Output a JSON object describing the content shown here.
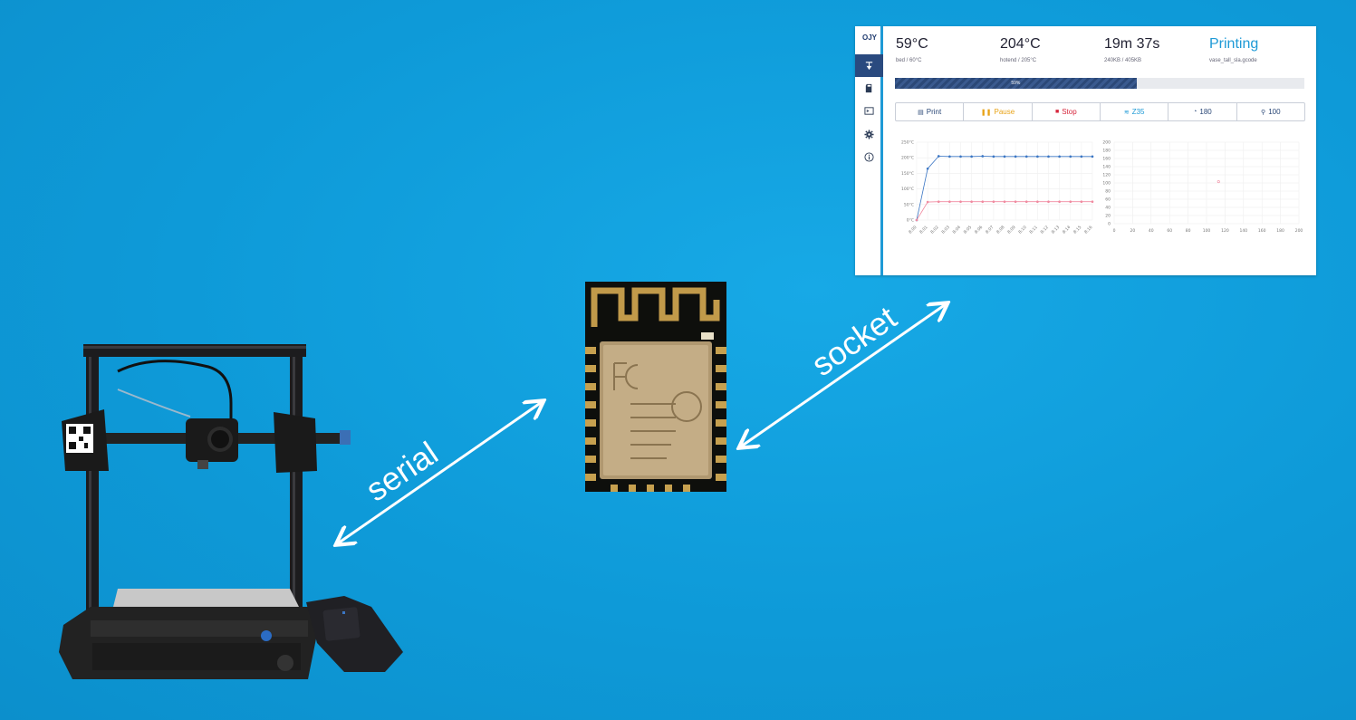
{
  "labels": {
    "serial": "serial",
    "socket": "socket"
  },
  "dashboard": {
    "logo": "OJY",
    "sidebar": [
      {
        "name": "printer-icon",
        "active": true
      },
      {
        "name": "sd-card-icon",
        "active": false
      },
      {
        "name": "terminal-icon",
        "active": false
      },
      {
        "name": "gear-icon",
        "active": false
      },
      {
        "name": "info-icon",
        "active": false
      }
    ],
    "stats": [
      {
        "value": "59°C",
        "sub": "bed / 60°C"
      },
      {
        "value": "204°C",
        "sub": "hotend / 205°C"
      },
      {
        "value": "19m 37s",
        "sub": "240KB / 405KB"
      },
      {
        "value": "Printing",
        "sub": "vase_tall_sla.gcode"
      }
    ],
    "progress": {
      "percent": 59,
      "label": "59%"
    },
    "buttons": [
      {
        "icon": "print-icon",
        "glyph": "▤",
        "label": "Print",
        "color": "#2b4877"
      },
      {
        "icon": "pause-icon",
        "glyph": "❚❚",
        "label": "Pause",
        "color": "#e8a317"
      },
      {
        "icon": "stop-icon",
        "glyph": "■",
        "label": "Stop",
        "color": "#d6263c"
      },
      {
        "icon": "layers-icon",
        "glyph": "≋",
        "label": "Z35",
        "color": "#1e9ad6"
      },
      {
        "icon": "speed-icon",
        "glyph": "◔",
        "label": "180",
        "color": "#2b4877"
      },
      {
        "icon": "fan-icon",
        "glyph": "⚲",
        "label": "100",
        "color": "#2b4877"
      }
    ],
    "colors": {
      "accent": "#1e9ad6",
      "navy": "#2b4877",
      "hotend": "#3b76c4",
      "bed": "#f08aa0"
    }
  },
  "chart_data": [
    {
      "type": "line",
      "y_ticks": [
        "0°C",
        "50°C",
        "100°C",
        "150°C",
        "200°C",
        "250°C"
      ],
      "x": [
        "8:00",
        "8:01",
        "8:02",
        "8:03",
        "8:04",
        "8:05",
        "8:06",
        "8:07",
        "8:08",
        "8:09",
        "8:10",
        "8:11",
        "8:12",
        "8:13",
        "8:14",
        "8:15",
        "8:16"
      ],
      "ylim": [
        0,
        250
      ],
      "series": [
        {
          "color": "#3b76c4",
          "values": [
            0,
            165,
            205,
            204,
            204,
            204,
            205,
            204,
            204,
            204,
            204,
            204,
            204,
            204,
            204,
            204,
            204
          ]
        },
        {
          "color": "#f08aa0",
          "values": [
            0,
            58,
            59,
            59,
            59,
            59,
            59,
            59,
            59,
            59,
            59,
            59,
            59,
            59,
            59,
            59,
            59
          ]
        }
      ]
    },
    {
      "type": "scatter",
      "x_ticks": [
        "0",
        "20",
        "40",
        "60",
        "80",
        "100",
        "120",
        "140",
        "160",
        "180",
        "200"
      ],
      "y_ticks": [
        "0",
        "20",
        "40",
        "60",
        "80",
        "100",
        "120",
        "140",
        "160",
        "180",
        "200"
      ],
      "xlim": [
        0,
        200
      ],
      "ylim": [
        0,
        200
      ],
      "points": [
        {
          "x": 113,
          "y": 103
        }
      ]
    }
  ]
}
